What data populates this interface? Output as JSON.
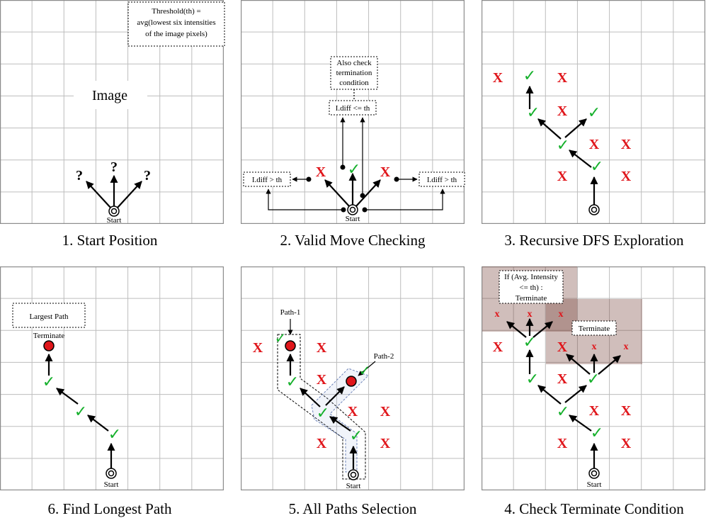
{
  "panels": {
    "p1": {
      "caption": "1. Start Position",
      "center_label": "Image",
      "threshold_box": [
        "Threshold(th) =",
        "avg(lowest six intensities",
        "of the image pixels)"
      ],
      "start_label": "Start",
      "unknown_mark": "?"
    },
    "p2": {
      "caption": "2. Valid Move Checking",
      "top_box": [
        "Also check",
        "termination",
        "condition"
      ],
      "le_box": "I.diff <= th",
      "gt_box_left": "I.diff > th",
      "gt_box_right": "I.diff > th",
      "start_label": "Start"
    },
    "p3": {
      "caption": "3. Recursive DFS Exploration"
    },
    "p4": {
      "caption": "4. Check Terminate Condition",
      "condition_box": [
        "If (Avg. Intensity",
        "<=  th) :",
        "Terminate"
      ],
      "terminate_box": "Terminate",
      "start_label": "Start"
    },
    "p5": {
      "caption": "5. All Paths Selection",
      "path1_label": "Path-1",
      "path2_label": "Path-2",
      "start_label": "Start"
    },
    "p6": {
      "caption": "6. Find Longest Path",
      "largest_box": "Largest Path",
      "terminate_label": "Terminate",
      "start_label": "Start"
    }
  },
  "symbols": {
    "cross": "X",
    "small_cross": "x",
    "check": "✓"
  },
  "colors": {
    "cross": "#e0161b",
    "check": "#15b02b",
    "terminal_node": "#e0161b"
  }
}
